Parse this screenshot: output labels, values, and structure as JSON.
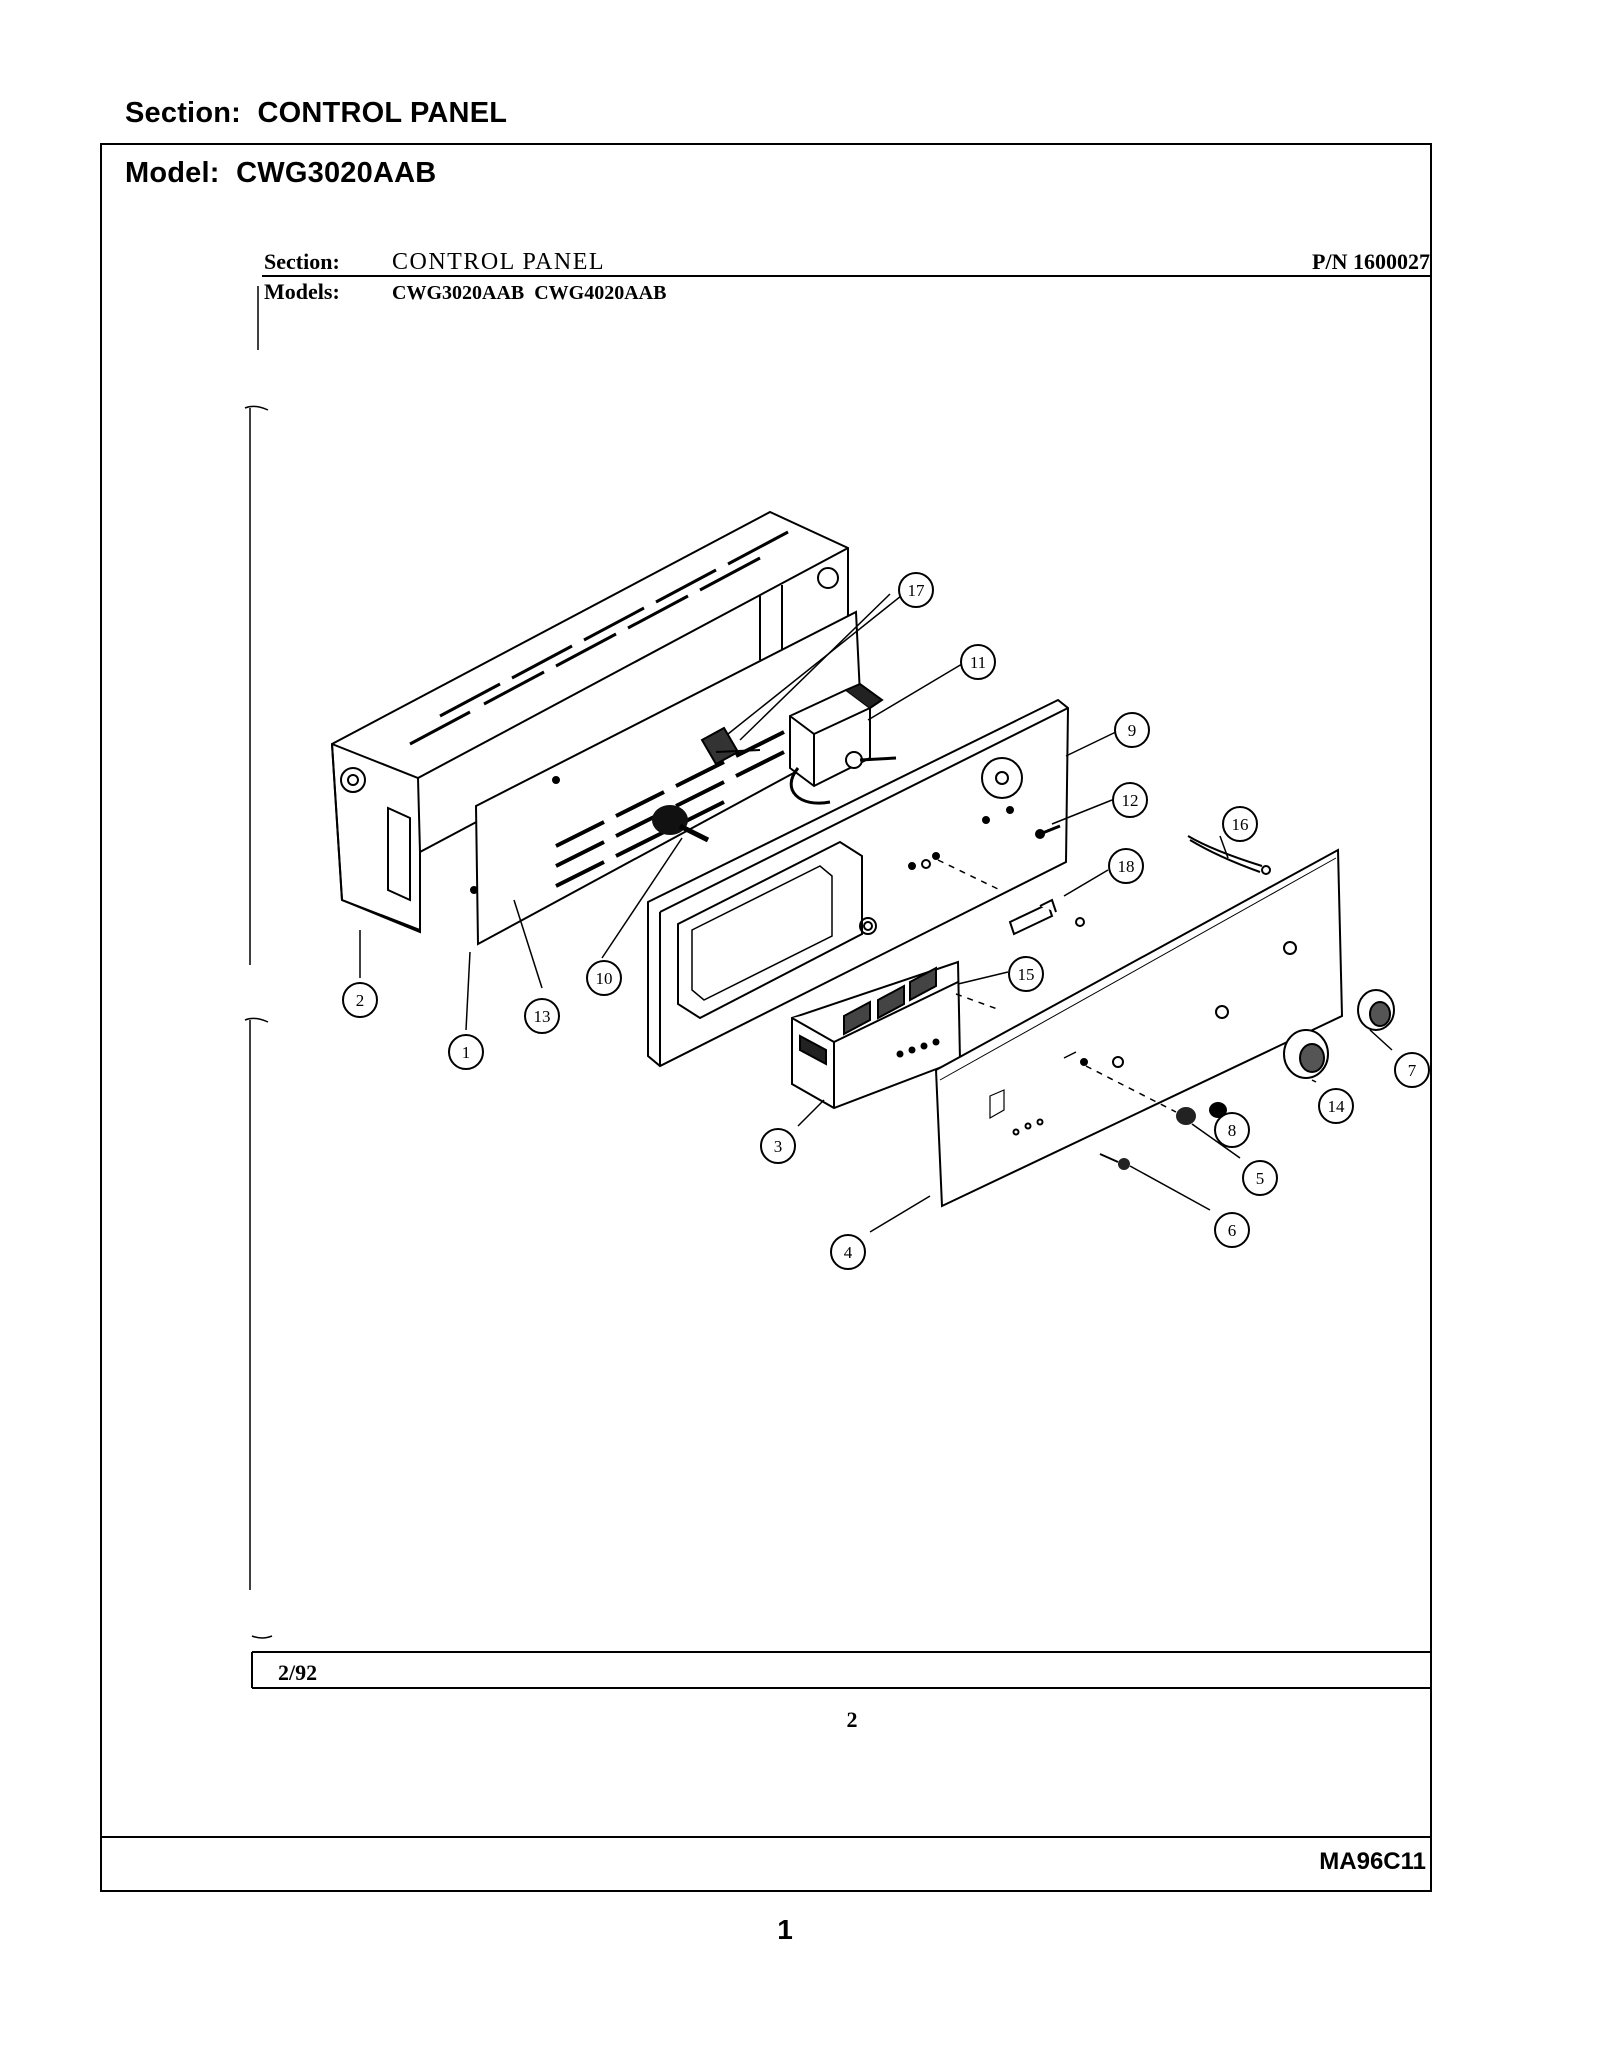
{
  "header": {
    "section_label": "Section:",
    "section_value": "CONTROL PANEL",
    "model_label": "Model:",
    "model_value": "CWG3020AAB"
  },
  "drawing": {
    "section_label": "Section:",
    "section_value": "CONTROL PANEL",
    "part_number": "P/N 1600027",
    "models_label": "Models:",
    "models_value": "CWG3020AAB  CWG4020AAB",
    "date": "2/92",
    "page": "2"
  },
  "callouts": [
    "1",
    "2",
    "3",
    "4",
    "5",
    "6",
    "7",
    "8",
    "9",
    "10",
    "11",
    "12",
    "13",
    "14",
    "15",
    "16",
    "17",
    "18"
  ],
  "footer": {
    "code": "MA96C11",
    "page_number": "1"
  }
}
